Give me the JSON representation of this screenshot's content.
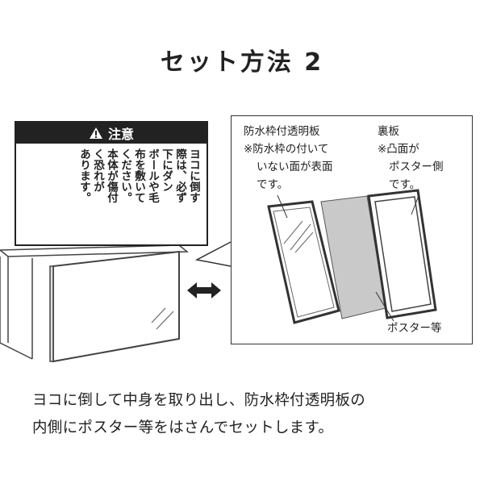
{
  "title": "セット方法 2",
  "caution": {
    "heading": "注意",
    "lines": [
      "ヨコに倒す",
      "際は、必ず",
      "下にダン",
      "ボールや毛",
      "布を敷いて",
      "ください。",
      "本体が傷付",
      "く恐れが",
      "あります。"
    ]
  },
  "labels": {
    "front_title": "防水枠付透明板",
    "front_note_1": "※防水枠の付いて",
    "front_note_2": "いない面が表面",
    "front_note_3": "です。",
    "back_title": "裏板",
    "back_note_1": "※凸面が",
    "back_note_2": "ポスター側",
    "back_note_3": "です。",
    "poster": "ポスター等"
  },
  "description": [
    "ヨコに倒して中身を取り出し、防水枠付透明板の",
    "内側にポスター等をはさんでセットします。"
  ]
}
